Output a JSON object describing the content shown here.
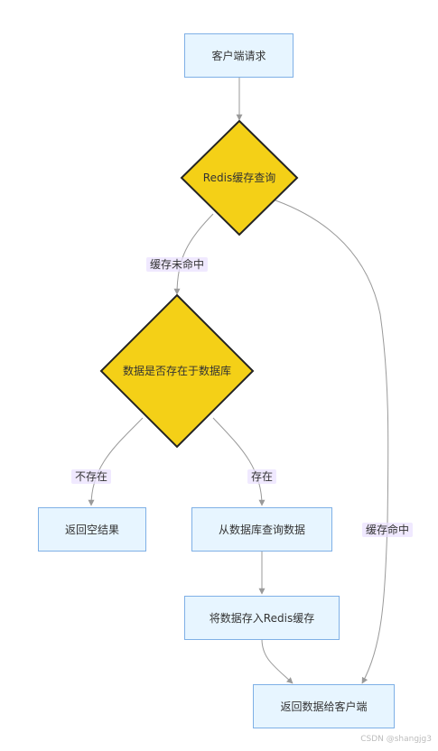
{
  "diagram": {
    "nodes": {
      "client_request": "客户端请求",
      "redis_cache_query": "Redis缓存查询",
      "data_exists_check": "数据是否存在于数据库",
      "return_empty": "返回空结果",
      "query_database": "从数据库查询数据",
      "store_redis": "将数据存入Redis缓存",
      "return_data": "返回数据给客户端"
    },
    "edges": {
      "cache_miss": "缓存未命中",
      "not_exists": "不存在",
      "exists": "存在",
      "cache_hit": "缓存命中"
    }
  },
  "colors": {
    "process_fill": "#e7f5ff",
    "process_border": "#7fb0e6",
    "decision_fill": "#f4d017",
    "decision_border": "#242424",
    "connector": "#9a9a9a",
    "edge_label_bg": "#eae0ff"
  },
  "watermark": "CSDN @shangjg3"
}
